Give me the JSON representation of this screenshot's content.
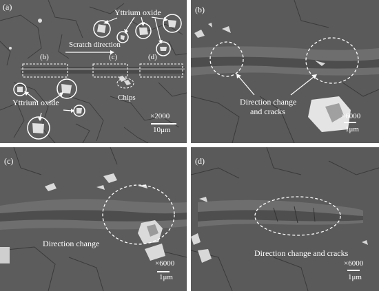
{
  "panels": {
    "a": {
      "tag": "(a)",
      "yttrium_top": "Yttrium oxide",
      "yttrium_bottom": "Yttrium oxide",
      "scratch_direction": "Scratch direction",
      "region_b": "(b)",
      "region_c": "(c)",
      "region_d": "(d)",
      "chips": "Chips",
      "magnification": "×2000",
      "scale": "10μm"
    },
    "b": {
      "tag": "(b)",
      "annotation_line1": "Direction change",
      "annotation_line2": "and cracks",
      "magnification": "×6000",
      "scale": "1μm"
    },
    "c": {
      "tag": "(c)",
      "annotation": "Direction change",
      "magnification": "×6000",
      "scale": "1μm"
    },
    "d": {
      "tag": "(d)",
      "annotation": "Direction change and cracks",
      "magnification": "×6000",
      "scale": "1μm"
    }
  }
}
